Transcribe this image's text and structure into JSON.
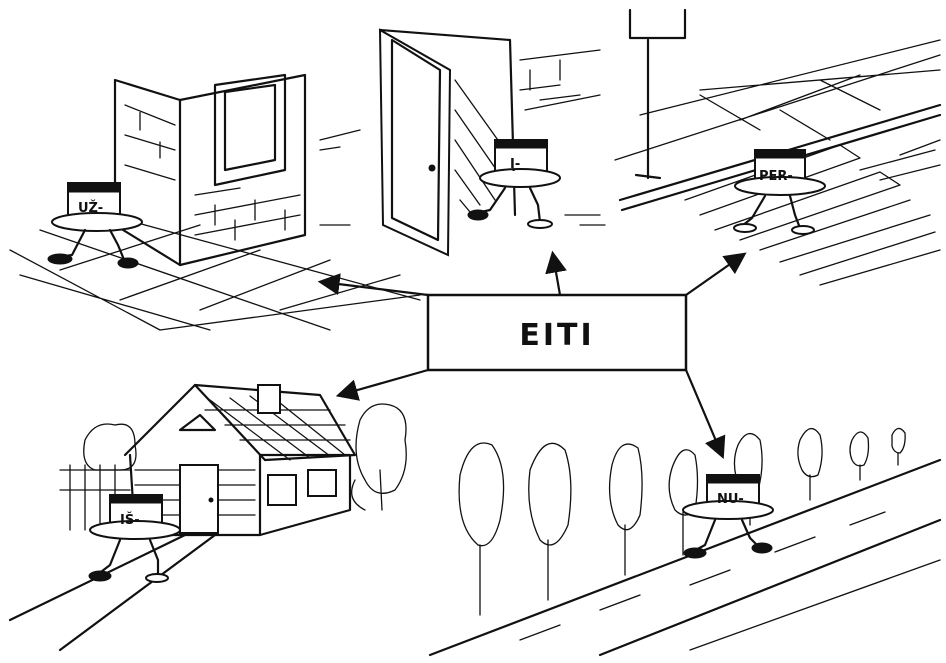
{
  "center_word": "EITI",
  "prefixes": {
    "uz": "UŽ-",
    "i": "Į-",
    "per": "PER-",
    "is": "IŠ-",
    "nu": "NU-"
  },
  "colors": {
    "ink": "#111111",
    "paper": "#ffffff"
  }
}
